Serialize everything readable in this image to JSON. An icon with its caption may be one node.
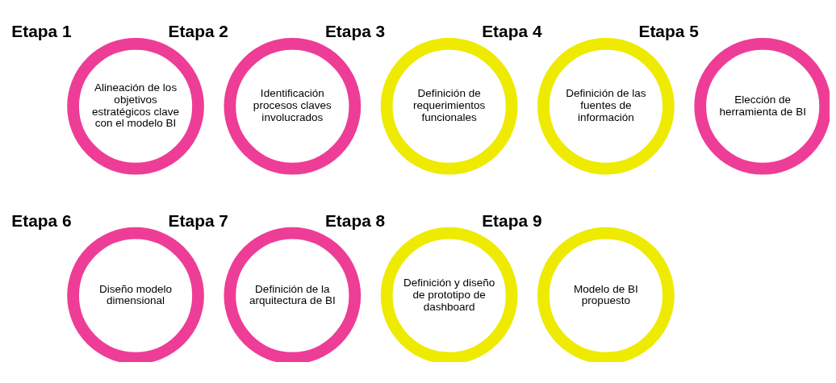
{
  "diagram": {
    "nodes": [
      {
        "text": [
          "Etapa 1",
          "Alineación de los objetivos estratégicos clave con el modelo BI"
        ]
      },
      {
        "text": [
          "Etapa 2",
          "Identificación procesos claves involucrados"
        ]
      },
      {
        "text": [
          "Etapa 3",
          "Definición de requerimientos funcionales"
        ]
      },
      {
        "text": [
          "Etapa 4",
          "Definición de las fuentes de información"
        ]
      },
      {
        "text": [
          "Etapa 5",
          "Elección de herramienta de BI"
        ]
      },
      {
        "text": [
          "Etapa 6",
          "Diseño modelo dimensional"
        ]
      },
      {
        "text": [
          "Etapa 7",
          "Definición de la arquitectura de BI"
        ]
      },
      {
        "text": [
          "Etapa 8",
          "Definición y diseño de prototipo de dashboard"
        ]
      },
      {
        "text": [
          "Etapa 9",
          "Modelo de BI propuesto"
        ]
      }
    ]
  }
}
